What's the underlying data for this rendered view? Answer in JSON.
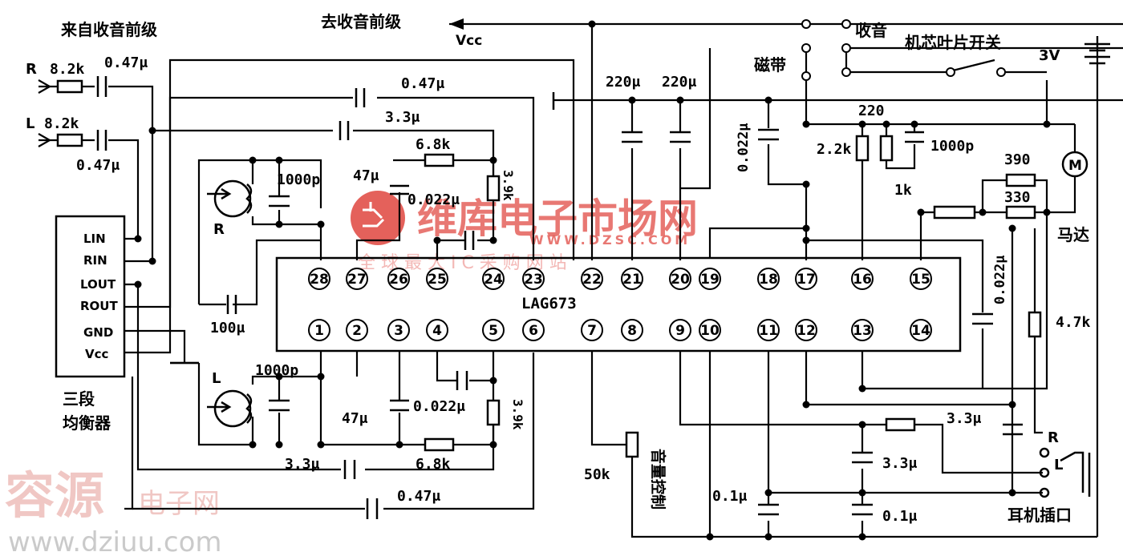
{
  "ic": {
    "name": "LAG673",
    "pins_top": [
      "28",
      "27",
      "26",
      "25",
      "24",
      "23",
      "22",
      "21",
      "20",
      "19",
      "18",
      "17",
      "16",
      "15"
    ],
    "pins_bottom": [
      "1",
      "2",
      "3",
      "4",
      "5",
      "6",
      "7",
      "8",
      "9",
      "10",
      "11",
      "12",
      "13",
      "14"
    ]
  },
  "labels": {
    "from_tuner": "来自收音前级",
    "to_tuner": "去收音前级",
    "vcc_top": "Vcc",
    "radio": "收音",
    "tape": "磁带",
    "core_switch": "机芯叶片开关",
    "battery": "3V",
    "motor": "马达",
    "motor_symbol": "M",
    "headphone_jack": "耳机插口",
    "volume_control": "音量控制",
    "eq_line1": "三段",
    "eq_line2": "均衡器",
    "input_r": "R",
    "input_l": "L",
    "head_r": "R",
    "head_l": "L",
    "jack_r": "R",
    "jack_l": "L"
  },
  "equalizer_pins": [
    "LIN",
    "RIN",
    "LOUT",
    "ROUT",
    "GND",
    "Vcc"
  ],
  "components": {
    "r_in_r": "8.2k",
    "r_in_l": "8.2k",
    "c_in_r": "0.47μ",
    "c_in_l": "0.47μ",
    "c_top_047": "0.47μ",
    "c_top_33": "3.3μ",
    "r_68_top": "6.8k",
    "c_1000p_top": "1000p",
    "c_47_top": "47μ",
    "c_0022_top": "0.022μ",
    "r_39_top": "3.9k",
    "c_100": "100μ",
    "c_1000p_bot": "1000p",
    "c_47_bot": "47μ",
    "c_0022_bot": "0.022μ",
    "r_39_bot": "3.9k",
    "r_68_bot": "6.8k",
    "c_33_bot": "3.3μ",
    "c_047_bot": "0.47μ",
    "c_220_a": "220μ",
    "c_220_b": "220μ",
    "c_0022_mid": "0.022μ",
    "r_220": "220",
    "r_22k": "2.2k",
    "c_1000p_right": "1000p",
    "r_1k": "1k",
    "r_390": "390",
    "r_330": "330",
    "c_0022_right": "0.022μ",
    "r_47k": "4.7k",
    "c_33_right": "3.3μ",
    "c_33_out": "3.3μ",
    "c_01_a": "0.1μ",
    "c_01_b": "0.1μ",
    "pot_50k": "50k"
  },
  "watermarks": {
    "dzsc_cn": "维库电子市场网",
    "dzsc_url": "WWW.DZSC.COM",
    "dzsc_slogan": "全 球 最 大 I C 采 购 网 站",
    "dziuu_cn": "容源",
    "dziuu_sub": "电子网",
    "dziuu_url": "www.dziuu.com"
  },
  "colors": {
    "ink": "#000000",
    "watermark_red": "#e0463f",
    "watermark_grey": "#c8c8c8"
  }
}
